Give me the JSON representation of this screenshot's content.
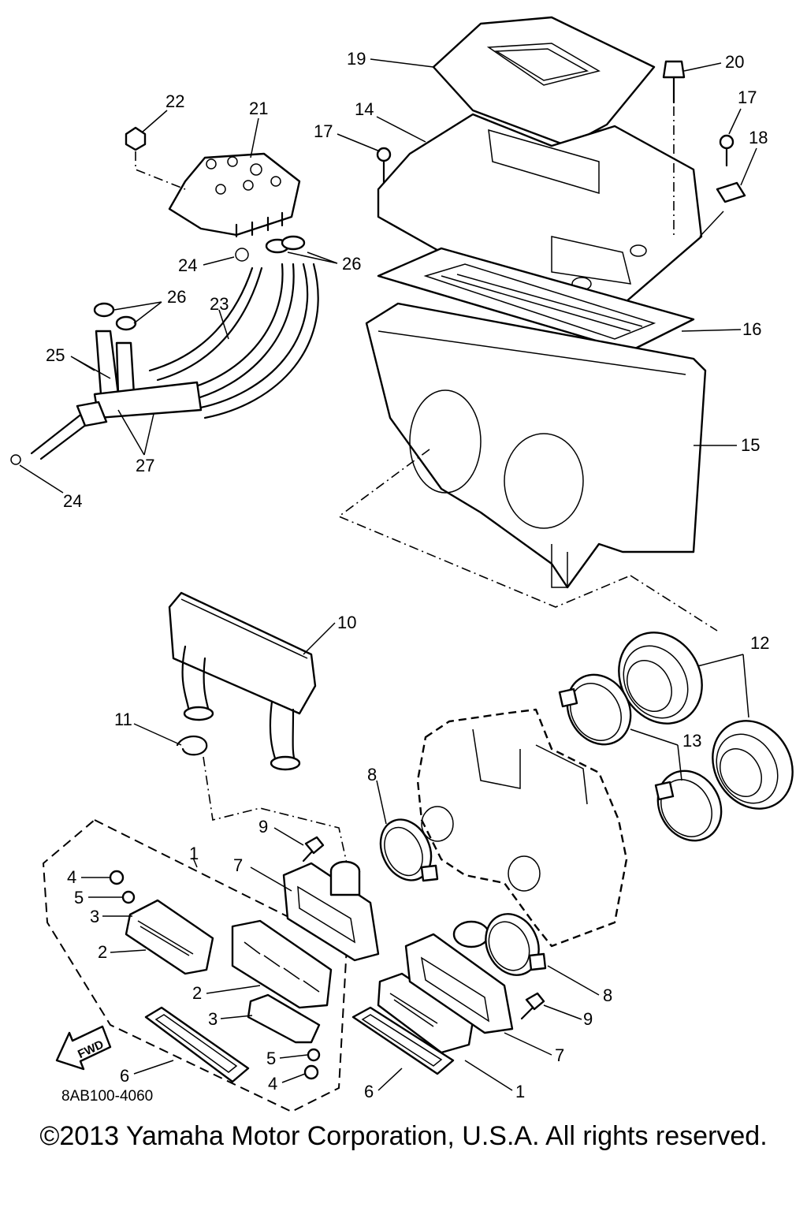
{
  "diagram_code": "8AB100-4060",
  "copyright": "©2013 Yamaha Motor Corporation, U.S.A. All rights reserved.",
  "fwd_label": "FWD",
  "callouts": {
    "c1a": "1",
    "c1b": "1",
    "c2a": "2",
    "c2b": "2",
    "c3a": "3",
    "c3b": "3",
    "c4a": "4",
    "c4b": "4",
    "c5a": "5",
    "c5b": "5",
    "c6a": "6",
    "c6b": "6",
    "c7a": "7",
    "c7b": "7",
    "c8a": "8",
    "c8b": "8",
    "c9a": "9",
    "c9b": "9",
    "c10": "10",
    "c11": "11",
    "c12": "12",
    "c13": "13",
    "c14": "14",
    "c15": "15",
    "c16": "16",
    "c17a": "17",
    "c17b": "17",
    "c18": "18",
    "c19": "19",
    "c20": "20",
    "c21": "21",
    "c22": "22",
    "c23": "23",
    "c24a": "24",
    "c24b": "24",
    "c25": "25",
    "c26a": "26",
    "c26b": "26",
    "c27": "27"
  }
}
